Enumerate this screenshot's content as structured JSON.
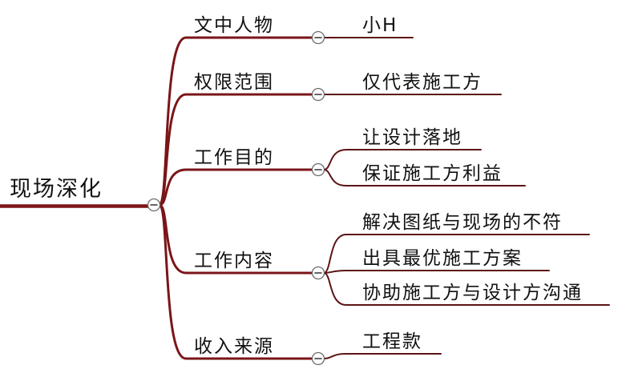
{
  "root": {
    "label": "现场深化"
  },
  "branches": [
    {
      "label": "文中人物",
      "children": [
        {
          "label": "小H"
        }
      ]
    },
    {
      "label": "权限范围",
      "children": [
        {
          "label": "仅代表施工方"
        }
      ]
    },
    {
      "label": "工作目的",
      "children": [
        {
          "label": "让设计落地"
        },
        {
          "label": "保证施工方利益"
        }
      ]
    },
    {
      "label": "工作内容",
      "children": [
        {
          "label": "解决图纸与现场的不符"
        },
        {
          "label": "出具最优施工方案"
        },
        {
          "label": "协助施工方与设计方沟通"
        }
      ]
    },
    {
      "label": "收入来源",
      "children": [
        {
          "label": "工程款"
        }
      ]
    }
  ],
  "icons": {
    "collapse_toggle": "minus-circle-icon"
  },
  "colors": {
    "branch_line": "#7b1518",
    "child_line": "#5c1414",
    "text": "#111111",
    "background": "#ffffff",
    "toggle_border": "#6b6b6b",
    "toggle_mark": "#333333"
  }
}
